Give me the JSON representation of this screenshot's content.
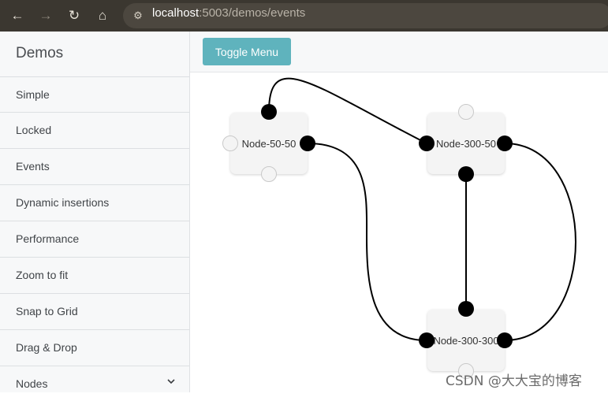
{
  "browser": {
    "url_host": "localhost",
    "url_path": ":5003/demos/events"
  },
  "sidebar": {
    "title": "Demos",
    "items": [
      {
        "label": "Simple"
      },
      {
        "label": "Locked"
      },
      {
        "label": "Events"
      },
      {
        "label": "Dynamic insertions"
      },
      {
        "label": "Performance"
      },
      {
        "label": "Zoom to fit"
      },
      {
        "label": "Snap to Grid"
      },
      {
        "label": "Drag & Drop"
      },
      {
        "label": "Nodes"
      }
    ]
  },
  "toolbar": {
    "toggle_label": "Toggle Menu",
    "accent_color": "#5fb3bd"
  },
  "nodes": {
    "n1": {
      "label": "Node-50-50"
    },
    "n2": {
      "label": "Node-300-50"
    },
    "n3": {
      "label": "Node-300-300"
    }
  },
  "watermark": "CSDN @大大宝的博客"
}
